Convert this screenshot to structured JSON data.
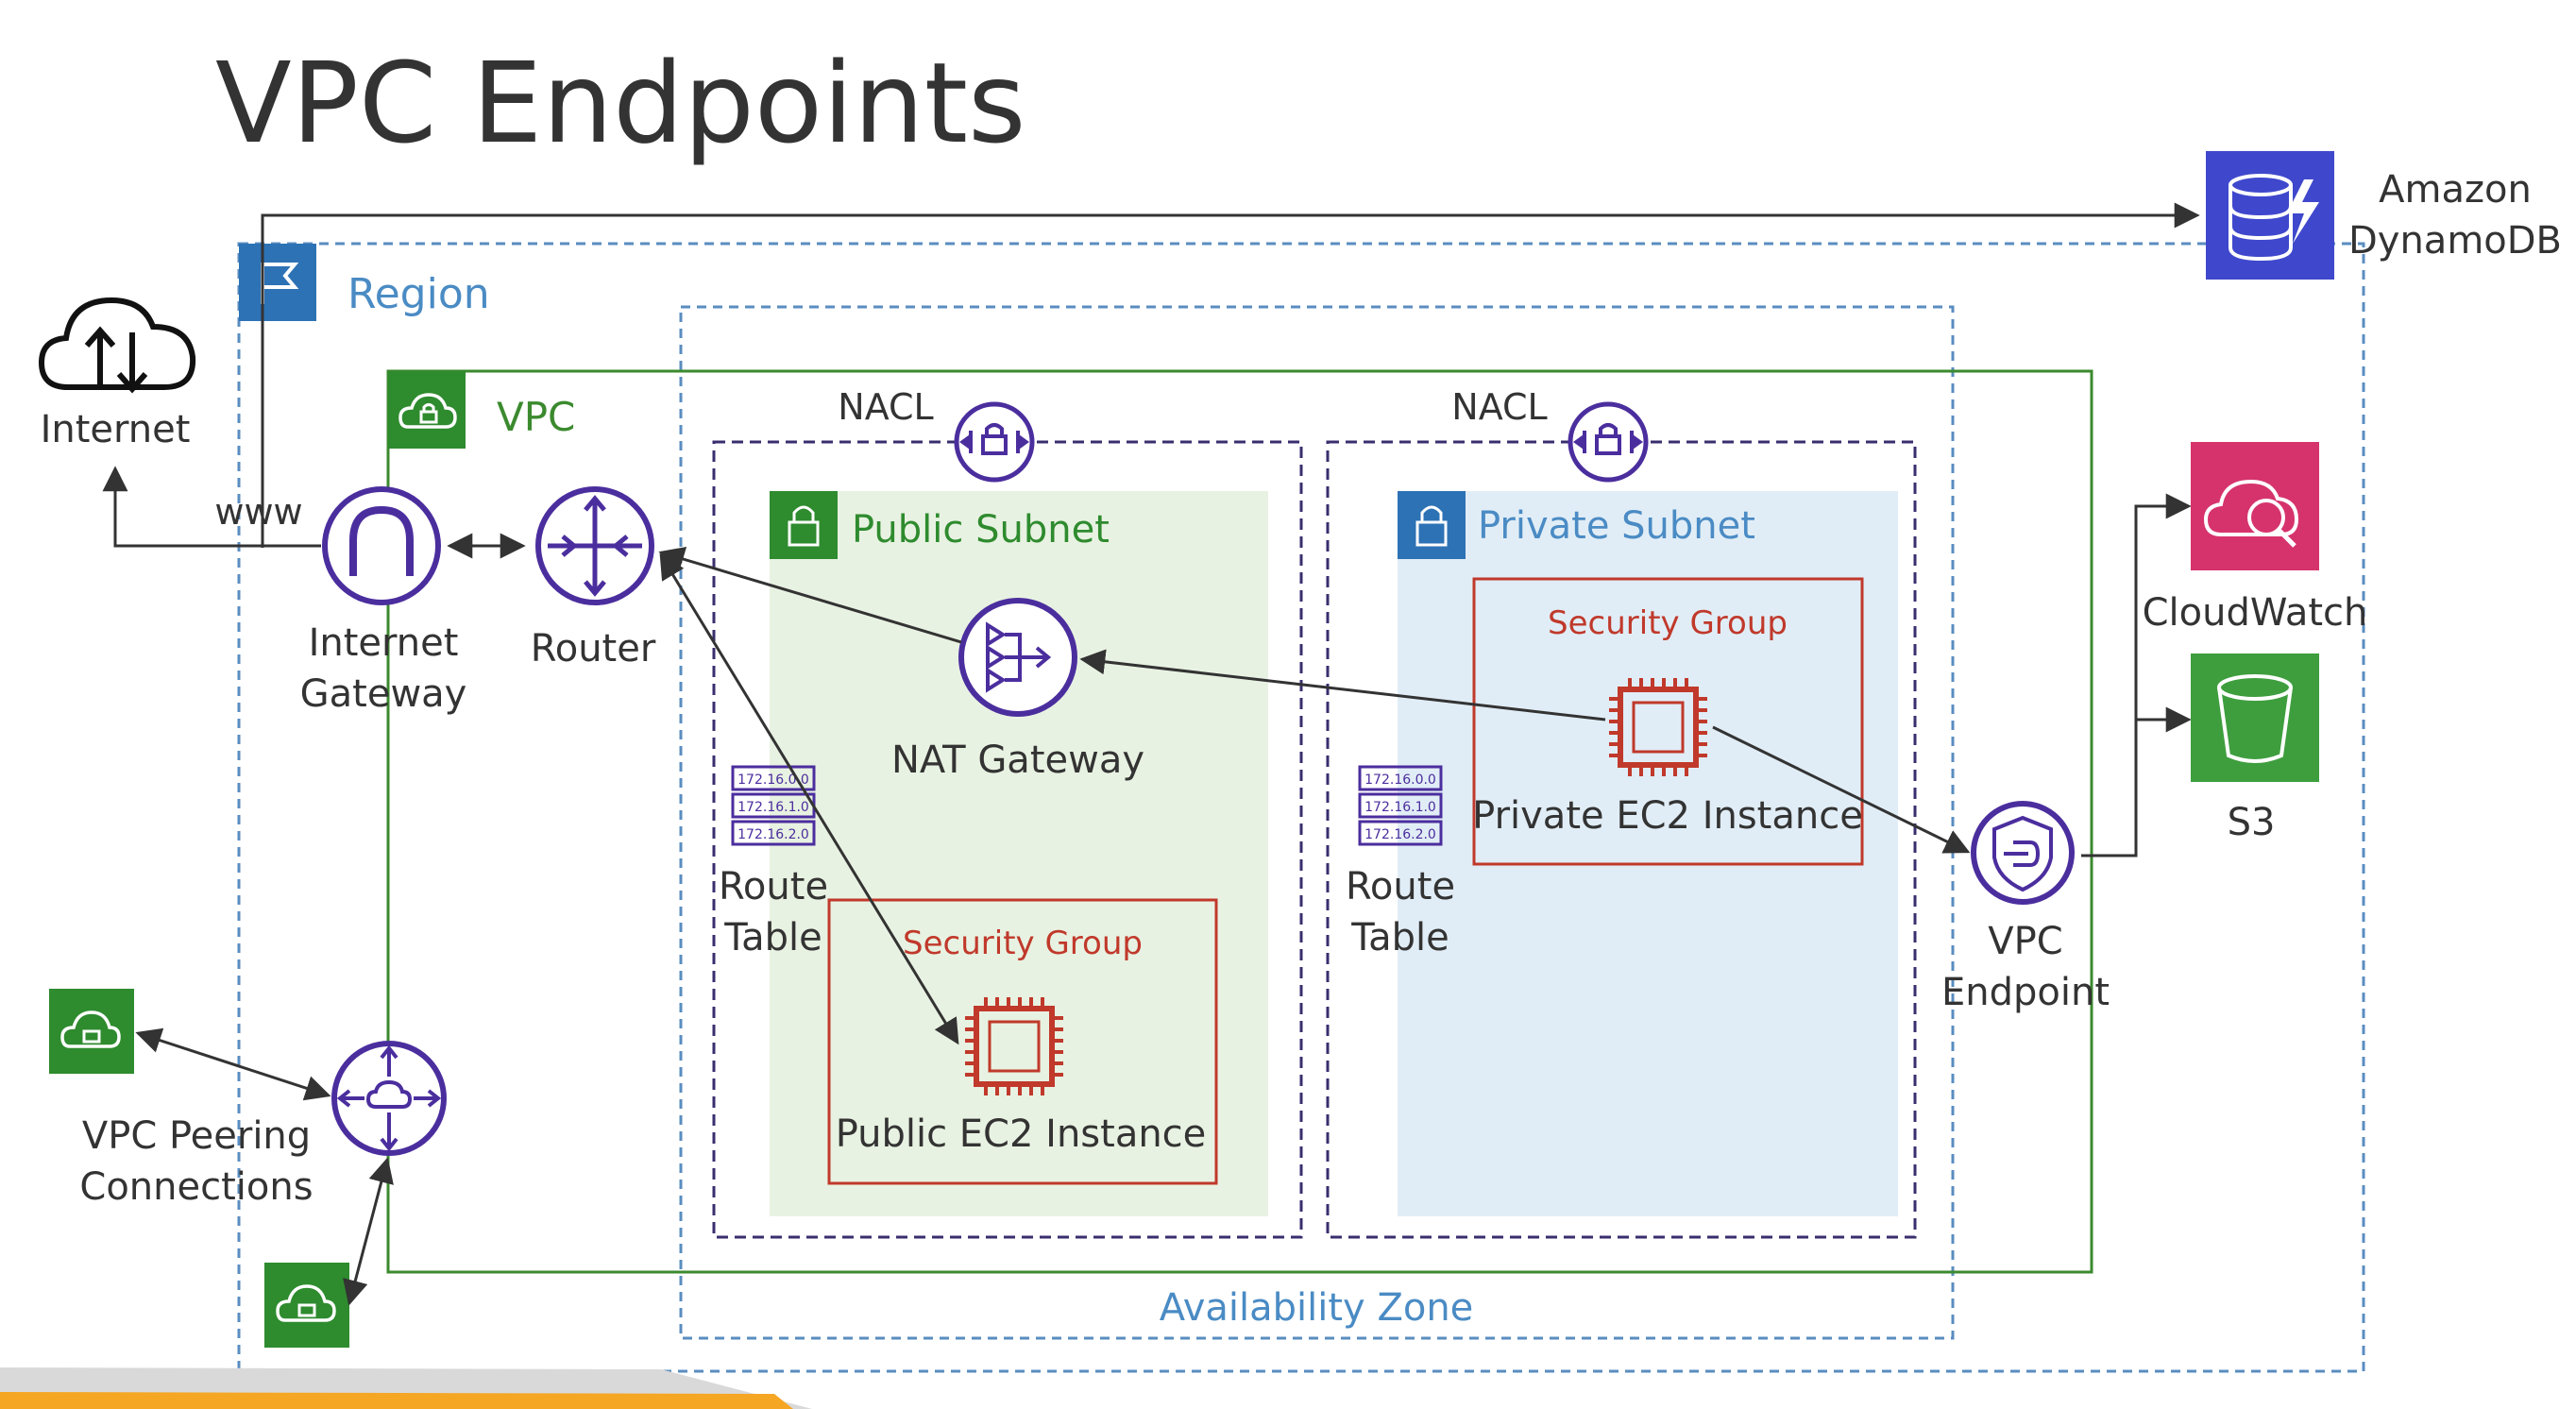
{
  "slide": {
    "title": "VPC Endpoints",
    "accent_color": "#F5A623"
  },
  "labels": {
    "internet": "Internet",
    "www": "www",
    "region": "Region",
    "vpc": "VPC",
    "availability_zone": "Availability Zone",
    "internet_gateway_l1": "Internet",
    "internet_gateway_l2": "Gateway",
    "router": "Router",
    "nacl_public": "NACL",
    "nacl_private": "NACL",
    "public_subnet": "Public Subnet",
    "private_subnet": "Private Subnet",
    "nat_gateway": "NAT Gateway",
    "route_table_public_l1": "Route",
    "route_table_public_l2": "Table",
    "route_table_private_l1": "Route",
    "route_table_private_l2": "Table",
    "rt_entries": [
      "172.16.0.0",
      "172.16.1.0",
      "172.16.2.0"
    ],
    "security_group_public": "Security Group",
    "security_group_private": "Security Group",
    "public_ec2": "Public EC2 Instance",
    "private_ec2": "Private EC2 Instance",
    "vpc_endpoint_l1": "VPC",
    "vpc_endpoint_l2": "Endpoint",
    "dynamodb_l1": "Amazon",
    "dynamodb_l2": "DynamoDB",
    "cloudwatch": "CloudWatch",
    "s3": "S3",
    "vpc_peering_l1": "VPC Peering",
    "vpc_peering_l2": "Connections"
  },
  "icons": {
    "internet": "cloud-upload-download-icon",
    "region": "flag-icon",
    "vpc": "vpc-cloud-lock-icon",
    "internet_gateway": "internet-gateway-icon",
    "router": "router-icon",
    "nacl": "nacl-lock-icon",
    "subnet": "subnet-lock-icon",
    "nat_gateway": "nat-gateway-icon",
    "route_table": "route-table-icon",
    "ec2": "ec2-chip-icon",
    "vpc_endpoint": "vpc-endpoint-icon",
    "dynamodb": "dynamodb-icon",
    "cloudwatch": "cloudwatch-icon",
    "s3": "s3-bucket-icon",
    "peering": "peering-router-icon"
  },
  "colors": {
    "title": "#333333",
    "region_blue": "#3B7BBF",
    "az_blue": "#5A8DC0",
    "vpc_green": "#3B8A2E",
    "aws_green": "#2E8B2E",
    "public_subnet_fill": "#E8F2E2",
    "private_subnet_fill": "#E1EDF6",
    "private_label_blue": "#4A8BC4",
    "security_red": "#C0392B",
    "purple": "#4B2E9E",
    "dynamodb_blue": "#3F48CC",
    "cloudwatch_pink": "#D6336C",
    "s3_green": "#3E9E3E"
  }
}
